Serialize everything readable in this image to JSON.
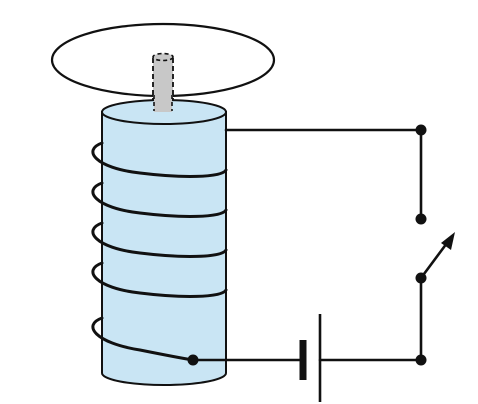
{
  "diagram": {
    "components": [
      {
        "id": "ring",
        "kind": "flat ring / disc"
      },
      {
        "id": "iron-rod",
        "kind": "rod (hidden part dashed)"
      },
      {
        "id": "core",
        "kind": "cylindrical core"
      },
      {
        "id": "coil",
        "kind": "helical winding",
        "turns": 5
      },
      {
        "id": "battery",
        "kind": "cell"
      },
      {
        "id": "switch",
        "kind": "single-pole switch",
        "state": "open"
      },
      {
        "id": "wires",
        "kind": "connecting wires"
      }
    ],
    "colors": {
      "core_fill": "#c9e5f4",
      "rod_fill": "#c8c8c8",
      "stroke": "#111111",
      "background": "#ffffff"
    }
  }
}
